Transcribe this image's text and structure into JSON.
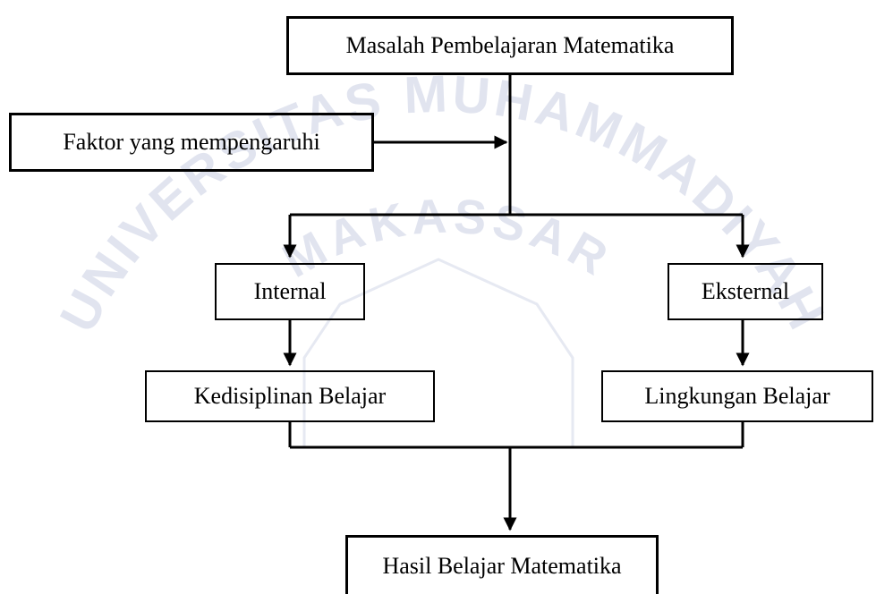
{
  "diagram": {
    "nodes": {
      "problem": "Masalah Pembelajaran Matematika",
      "factors": "Faktor yang mempengaruhi",
      "internal": "Internal",
      "external": "Eksternal",
      "discipline": "Kedisiplinan Belajar",
      "environment": "Lingkungan Belajar",
      "result": "Hasil Belajar Matematika"
    },
    "edges": [
      {
        "from": "problem",
        "to": "internal"
      },
      {
        "from": "problem",
        "to": "external"
      },
      {
        "from": "factors",
        "to": "problem"
      },
      {
        "from": "internal",
        "to": "discipline"
      },
      {
        "from": "external",
        "to": "environment"
      },
      {
        "from": "discipline",
        "to": "result"
      },
      {
        "from": "environment",
        "to": "result"
      }
    ]
  },
  "watermark": {
    "text": "UNIVERSITAS MUHAMMADIYAH MAKASSAR"
  },
  "colors": {
    "line": "#000000",
    "watermark": "#c9cfe3"
  }
}
